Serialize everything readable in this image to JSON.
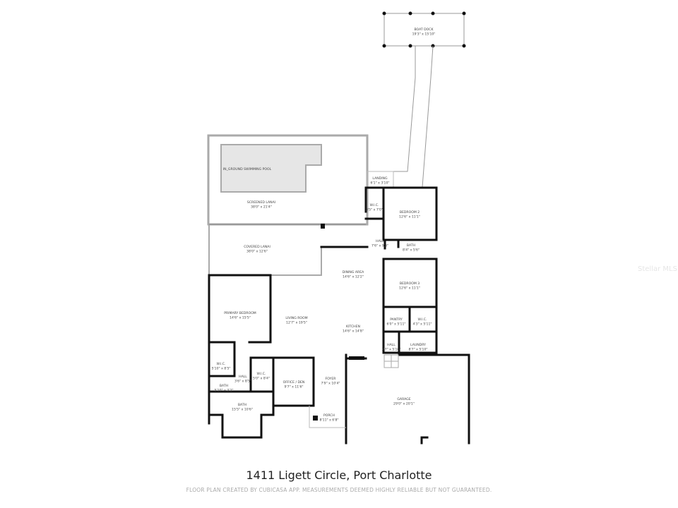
{
  "title": "1411 Ligett Circle, Port Charlotte",
  "disclaimer": "FLOOR PLAN CREATED BY CUBICASA APP. MEASUREMENTS DEEMED HIGHLY RELIABLE BUT NOT GUARANTEED.",
  "watermark": "Stellar MLS",
  "colors": {
    "wall": "#111111",
    "pool": "#e6e6e6",
    "thin_line": "#999999",
    "text": "#444444"
  },
  "rooms": [
    {
      "name": "BOAT DOCK",
      "dims": "19'3\" x 15'10\""
    },
    {
      "name": "IN_GROUND SWIMMING POOL",
      "dims": ""
    },
    {
      "name": "SCREENED LANAI",
      "dims": "38'0\" x 21'4\""
    },
    {
      "name": "LANDING",
      "dims": "6'1\" x 3'10\""
    },
    {
      "name": "W.I.C.",
      "dims": "3'5\" x 7'0\""
    },
    {
      "name": "BEDROOM 2",
      "dims": "12'6\" x 11'1\""
    },
    {
      "name": "COVERED LANAI",
      "dims": "38'0\" x 12'6\""
    },
    {
      "name": "HALL",
      "dims": "7'6\" x 9'3\""
    },
    {
      "name": "BATH",
      "dims": "8'4\" x 5'6\""
    },
    {
      "name": "DINING AREA",
      "dims": "14'6\" x 12'2\""
    },
    {
      "name": "BEDROOM 3",
      "dims": "12'6\" x 11'1\""
    },
    {
      "name": "PRIMARY BEDROOM",
      "dims": "14'6\" x 15'5\""
    },
    {
      "name": "LIVING ROOM",
      "dims": "12'7\" x 19'5\""
    },
    {
      "name": "KITCHEN",
      "dims": "14'6\" x 14'8\""
    },
    {
      "name": "PANTRY",
      "dims": "6'0\" x 5'11\""
    },
    {
      "name": "W.I.C.",
      "dims": "4'3\" x 5'11\""
    },
    {
      "name": "HALL",
      "dims": "3'7\" x 5'10\""
    },
    {
      "name": "LAUNDRY",
      "dims": "8'7\" x 5'10\""
    },
    {
      "name": "W.I.C.",
      "dims": "5'10\" x 8'5\""
    },
    {
      "name": "W.I.C.",
      "dims": "5'0\" x 8'4\""
    },
    {
      "name": "HALL",
      "dims": "3'6\" x 8'5\""
    },
    {
      "name": "OFFICE / DEN",
      "dims": "9'7\" x 11'6\""
    },
    {
      "name": "FOYER",
      "dims": "7'9\" x 10'4\""
    },
    {
      "name": "BATH",
      "dims": "5'10\" x 3'2\""
    },
    {
      "name": "GARAGE",
      "dims": "29'0\" x 20'1\""
    },
    {
      "name": "BATH",
      "dims": "15'5\" x 10'6\""
    },
    {
      "name": "PORCH",
      "dims": "8'11\" x 6'8\""
    }
  ]
}
